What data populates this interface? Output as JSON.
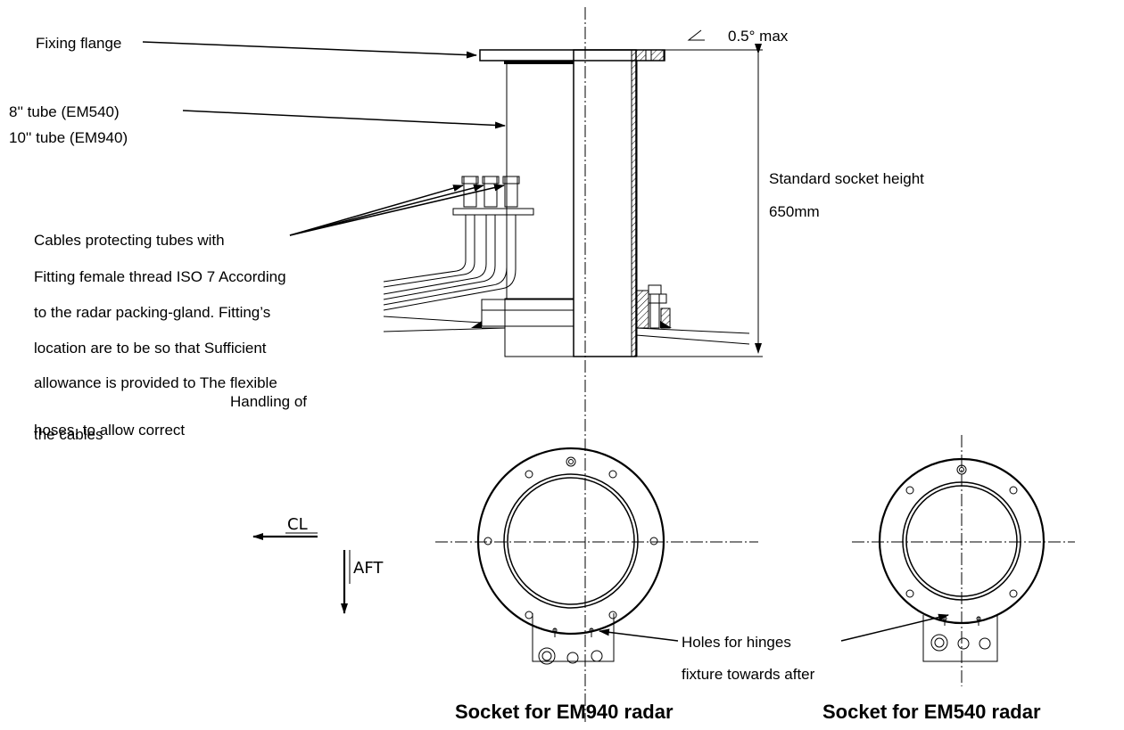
{
  "labels": {
    "fixing_flange": "Fixing flange",
    "angle_tolerance": "0.5° max",
    "tube_line1": "8''    tube (EM540)",
    "tube_line2": "10'' tube (EM940)",
    "socket_height_line1": "Standard socket height",
    "socket_height_line2": "650mm",
    "cables_line1": "Cables protecting tubes with",
    "cables_line2": "Fitting female thread ISO 7 According",
    "cables_line3": "to the radar packing-gland. Fitting’s",
    "cables_line4": "location are to be so that Sufficient",
    "cables_line5": "allowance is provided to The flexible",
    "cables_line6": "Handling of",
    "cables_line7a": "hoses, to allow correct",
    "cables_line7b": "the cables",
    "cl_marker": "CL",
    "aft_marker": "AFT",
    "holes_line1": "Holes for hinges",
    "holes_line2": "fixture towards after",
    "caption_em940": "Socket for EM940 radar",
    "caption_em540": "Socket for EM540 radar"
  },
  "colors": {
    "line": "#000000",
    "background": "#ffffff"
  }
}
